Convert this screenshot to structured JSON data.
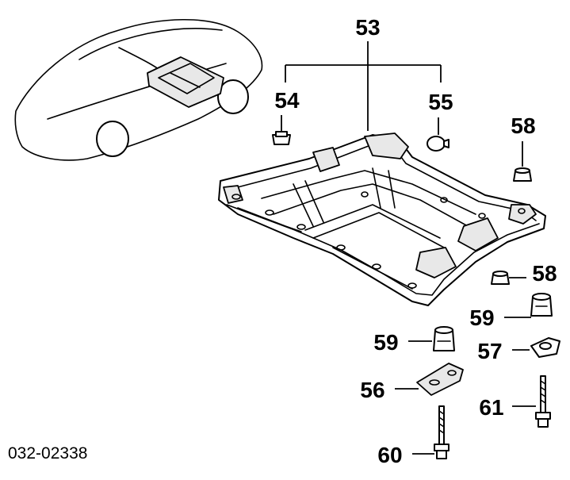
{
  "diagram": {
    "reference_code": "032-02338",
    "callouts": [
      {
        "id": "c53",
        "label": "53"
      },
      {
        "id": "c54",
        "label": "54"
      },
      {
        "id": "c55",
        "label": "55"
      },
      {
        "id": "c58a",
        "label": "58"
      },
      {
        "id": "c58b",
        "label": "58"
      },
      {
        "id": "c59a",
        "label": "59"
      },
      {
        "id": "c59b",
        "label": "59"
      },
      {
        "id": "c57",
        "label": "57"
      },
      {
        "id": "c56",
        "label": "56"
      },
      {
        "id": "c61",
        "label": "61"
      },
      {
        "id": "c60",
        "label": "60"
      }
    ]
  }
}
